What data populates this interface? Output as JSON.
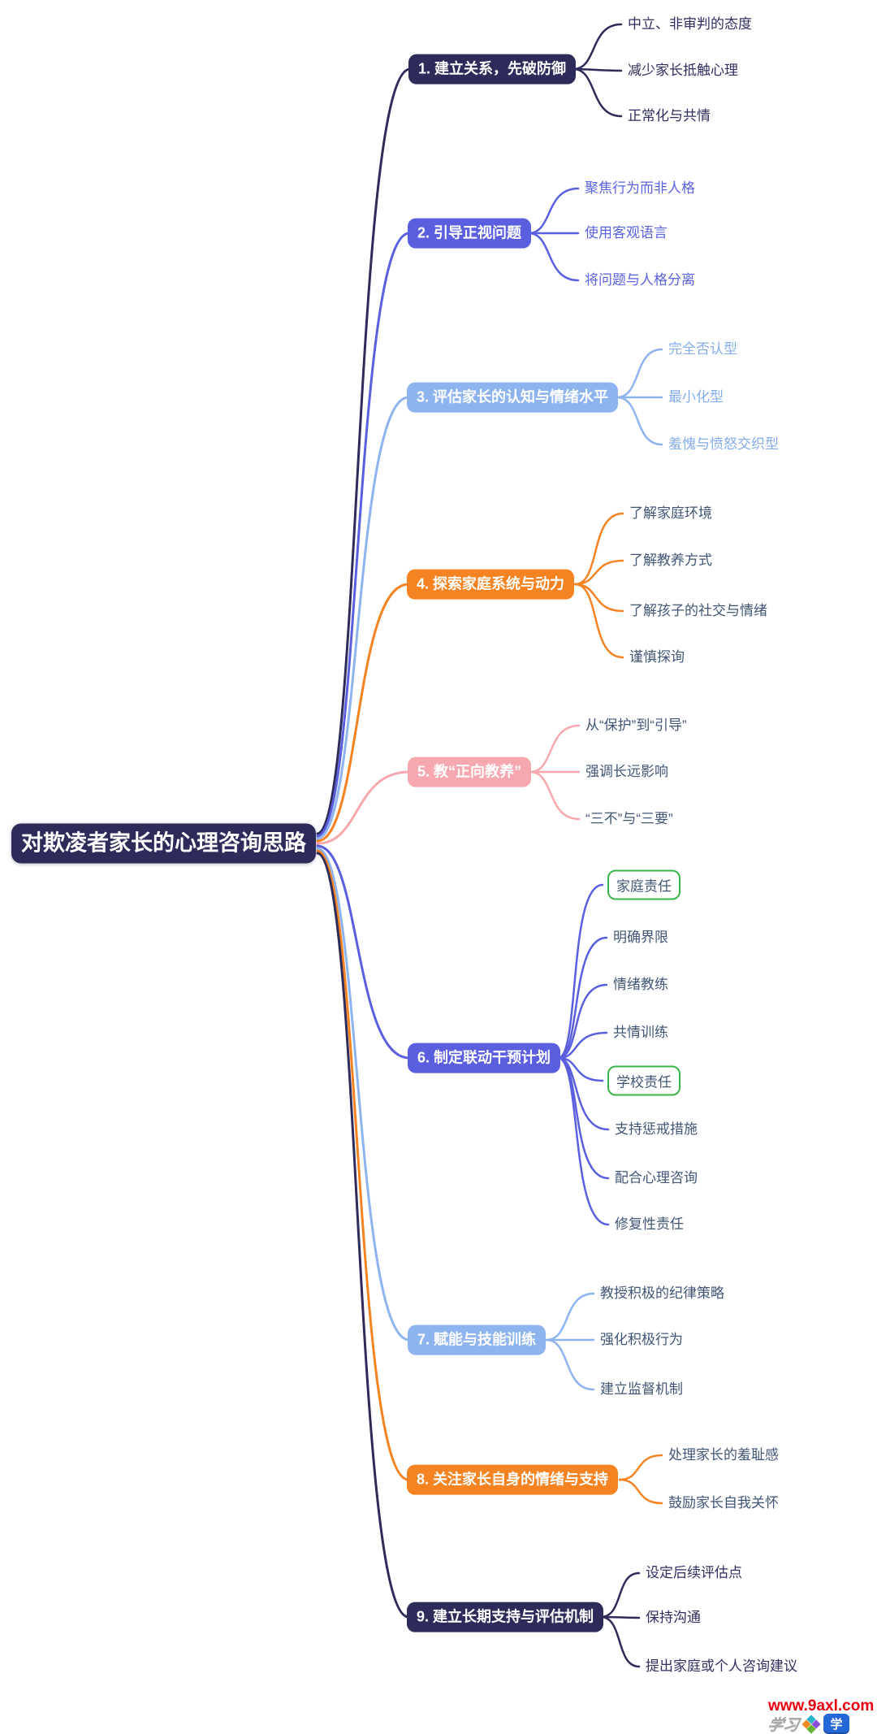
{
  "root": {
    "label": "对欺凌者家长的心理咨询思路"
  },
  "colors": {
    "navy": "#2d2b5a",
    "indigo": "#5a5fe0",
    "light_blue": "#8eb4f0",
    "orange": "#f58321",
    "pink": "#f7a8ae",
    "highlight_green_border": "#3ab54a",
    "slate_child_text": "#415677",
    "watermark_red": "#e8000f",
    "logo_diamond_colors": [
      "#2bb3c8",
      "#f08a24",
      "#8a4fd8",
      "#63b532"
    ],
    "logo_blue": "#2468d8"
  },
  "branches": [
    {
      "label": "1. 建立关系，先破防御",
      "color": "#2d2b5a",
      "children": [
        "中立、非审判的态度",
        "减少家长抵触心理",
        "正常化与共情"
      ]
    },
    {
      "label": "2. 引导正视问题",
      "color": "#5a5fe0",
      "children": [
        "聚焦行为而非人格",
        "使用客观语言",
        "将问题与人格分离"
      ]
    },
    {
      "label": "3. 评估家长的认知与情绪水平",
      "color": "#8eb4f0",
      "children": [
        "完全否认型",
        "最小化型",
        "羞愧与愤怒交织型"
      ]
    },
    {
      "label": "4. 探索家庭系统与动力",
      "color": "#f58321",
      "children": [
        "了解家庭环境",
        "了解教养方式",
        "了解孩子的社交与情绪",
        "谨慎探询"
      ]
    },
    {
      "label": "5. 教“正向教养”",
      "color": "#f7a8ae",
      "children": [
        "从“保护”到“引导”",
        "强调长远影响",
        "“三不”与“三要”"
      ]
    },
    {
      "label": "6. 制定联动干预计划",
      "color": "#5a5fe0",
      "children": [
        "家庭责任",
        "明确界限",
        "情绪教练",
        "共情训练",
        "学校责任",
        "支持惩戒措施",
        "配合心理咨询",
        "修复性责任"
      ],
      "highlighted": [
        "家庭责任",
        "学校责任"
      ]
    },
    {
      "label": "7. 赋能与技能训练",
      "color": "#8eb4f0",
      "children": [
        "教授积极的纪律策略",
        "强化积极行为",
        "建立监督机制"
      ]
    },
    {
      "label": "8. 关注家长自身的情绪与支持",
      "color": "#f58321",
      "children": [
        "处理家长的羞耻感",
        "鼓励家长自我关怀"
      ]
    },
    {
      "label": "9. 建立长期支持与评估机制",
      "color": "#2d2b5a",
      "children": [
        "设定后续评估点",
        "保持沟通",
        "提出家庭或个人咨询建议"
      ]
    }
  ],
  "watermark": {
    "url": "www.9axl.com",
    "brand_script": "学习",
    "app_icon_glyph": "学"
  }
}
